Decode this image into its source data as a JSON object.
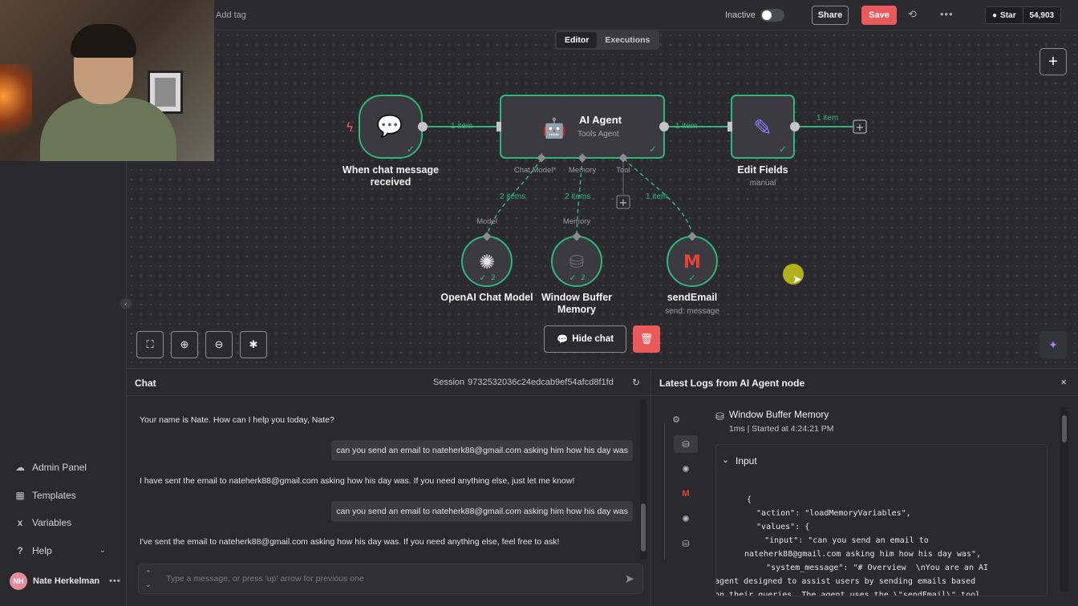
{
  "header": {
    "add_tag": "Add tag",
    "inactive_label": "Inactive",
    "share_label": "Share",
    "save_label": "Save",
    "github_star": "Star",
    "github_count": "54,903"
  },
  "tabs": [
    {
      "label": "Editor",
      "active": true
    },
    {
      "label": "Executions",
      "active": false
    }
  ],
  "nodes": {
    "trigger": {
      "title_line1": "When chat message",
      "title_line2": "received"
    },
    "agent": {
      "title": "AI Agent",
      "subtitle": "Tools Agent"
    },
    "edit": {
      "title": "Edit Fields",
      "subtitle": "manual"
    },
    "openai": {
      "title": "OpenAI Chat Model",
      "count": "2",
      "port_label": "Model"
    },
    "memory": {
      "title_line1": "Window Buffer",
      "title_line2": "Memory",
      "count": "2",
      "port_label": "Memory"
    },
    "email": {
      "title": "sendEmail",
      "subtitle": "send: message"
    }
  },
  "agent_ports": {
    "chat_model": "Chat Model*",
    "memory": "Memory",
    "tool": "Tool"
  },
  "edges": {
    "trigger_to_agent": "1 item",
    "agent_to_edit": "1 item",
    "edit_out": "1 item",
    "model_edge": "2 items",
    "memory_edge": "2 items",
    "tool_edge": "1 item"
  },
  "canvas_controls": {
    "hide_chat": "Hide chat"
  },
  "sidebar": {
    "items": [
      {
        "label": "Admin Panel",
        "icon": "cloud-icon"
      },
      {
        "label": "Templates",
        "icon": "box-icon"
      },
      {
        "label": "Variables",
        "icon": "variable-icon"
      },
      {
        "label": "Help",
        "icon": "help-icon"
      }
    ],
    "user": {
      "initials": "NH",
      "name": "Nate Herkelman"
    }
  },
  "chat": {
    "title": "Chat",
    "session_label": "Session",
    "session_id": "9732532036c24edcab9ef54afcd8f1fd",
    "messages": [
      {
        "role": "bot",
        "text": "Your name is Nate. How can I help you today, Nate?"
      },
      {
        "role": "user",
        "text": "can you send an email to nateherk88@gmail.com asking him how his day was"
      },
      {
        "role": "bot",
        "text": "I have sent the email to nateherk88@gmail.com asking how his day was. If you need anything else, just let me know!"
      },
      {
        "role": "user",
        "text": "can you send an email to nateherk88@gmail.com asking him how his day was"
      },
      {
        "role": "bot",
        "text": "I've sent the email to nateherk88@gmail.com asking how his day was. If you need anything else, feel free to ask!"
      }
    ],
    "input_placeholder": "Type a message, or press 'up' arrow for previous one"
  },
  "logs": {
    "title": "Latest Logs from AI Agent node",
    "node_name": "Window Buffer Memory",
    "node_meta": "1ms | Started at 4:24:21 PM",
    "section_label": "Input",
    "json_lines": [
      "{",
      "  \"action\": \"loadMemoryVariables\",",
      "  \"values\": {",
      "    \"input\": \"can you send an email to",
      "nateherk88@gmail.com asking him how his day was\",",
      "    \"system_message\": \"# Overview  \\nYou are an AI",
      "agent designed to assist users by sending emails based",
      "on their queries. The agent uses the \\\"sendEmail\\\" tool"
    ]
  },
  "colors": {
    "accent_green": "#2fb67c",
    "save_red": "#ea5a5a",
    "node_border": "#2fb67c"
  }
}
